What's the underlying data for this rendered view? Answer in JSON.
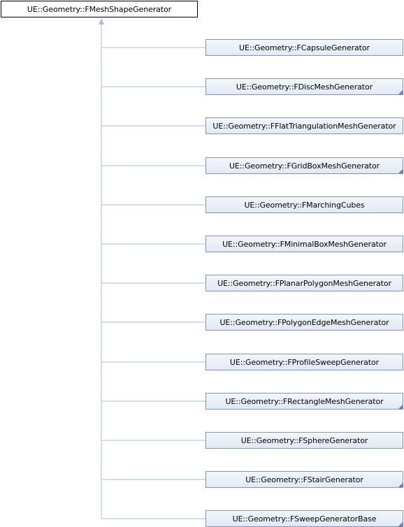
{
  "diagram": {
    "base_class": {
      "label": "UE::Geometry::FMeshShapeGenerator"
    },
    "colors": {
      "edge": "#a9c0dd",
      "node_border": "#8393b5",
      "node_fill_top": "#f3f6fb",
      "node_fill_bottom": "#e3e9f4",
      "more_marker": "#6b7fae"
    },
    "derived_classes": [
      {
        "label": "UE::Geometry::FCapsuleGenerator",
        "has_more": false
      },
      {
        "label": "UE::Geometry::FDiscMeshGenerator",
        "has_more": true
      },
      {
        "label": "UE::Geometry::FFlatTriangulationMeshGenerator",
        "has_more": false
      },
      {
        "label": "UE::Geometry::FGridBoxMeshGenerator",
        "has_more": true
      },
      {
        "label": "UE::Geometry::FMarchingCubes",
        "has_more": false
      },
      {
        "label": "UE::Geometry::FMinimalBoxMeshGenerator",
        "has_more": false
      },
      {
        "label": "UE::Geometry::FPlanarPolygonMeshGenerator",
        "has_more": false
      },
      {
        "label": "UE::Geometry::FPolygonEdgeMeshGenerator",
        "has_more": false
      },
      {
        "label": "UE::Geometry::FProfileSweepGenerator",
        "has_more": false
      },
      {
        "label": "UE::Geometry::FRectangleMeshGenerator",
        "has_more": true
      },
      {
        "label": "UE::Geometry::FSphereGenerator",
        "has_more": false
      },
      {
        "label": "UE::Geometry::FStairGenerator",
        "has_more": true
      },
      {
        "label": "UE::Geometry::FSweepGeneratorBase",
        "has_more": true
      }
    ]
  }
}
